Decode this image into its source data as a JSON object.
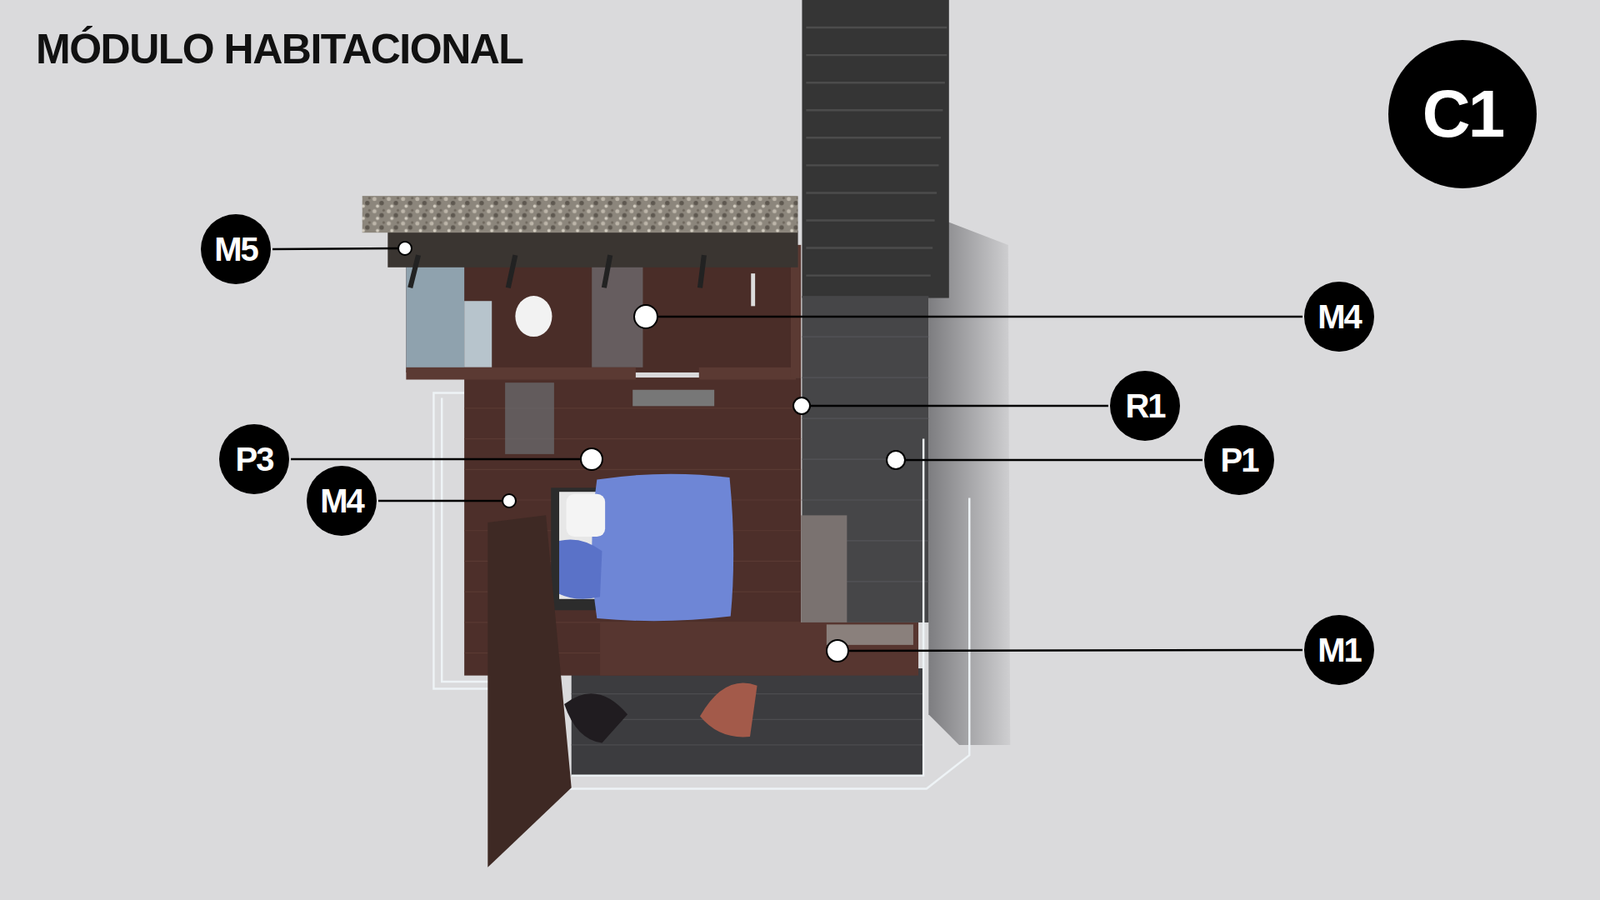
{
  "diagram": {
    "title": "MÓDULO HABITACIONAL",
    "nodes": [
      {
        "text": [
          "C1"
        ]
      },
      {
        "text": [
          "M5"
        ]
      },
      {
        "text": [
          "M4"
        ]
      },
      {
        "text": [
          "R1"
        ]
      },
      {
        "text": [
          "P3"
        ]
      },
      {
        "text": [
          "P1"
        ]
      },
      {
        "text": [
          "M4"
        ]
      },
      {
        "text": [
          "M1"
        ]
      }
    ]
  }
}
